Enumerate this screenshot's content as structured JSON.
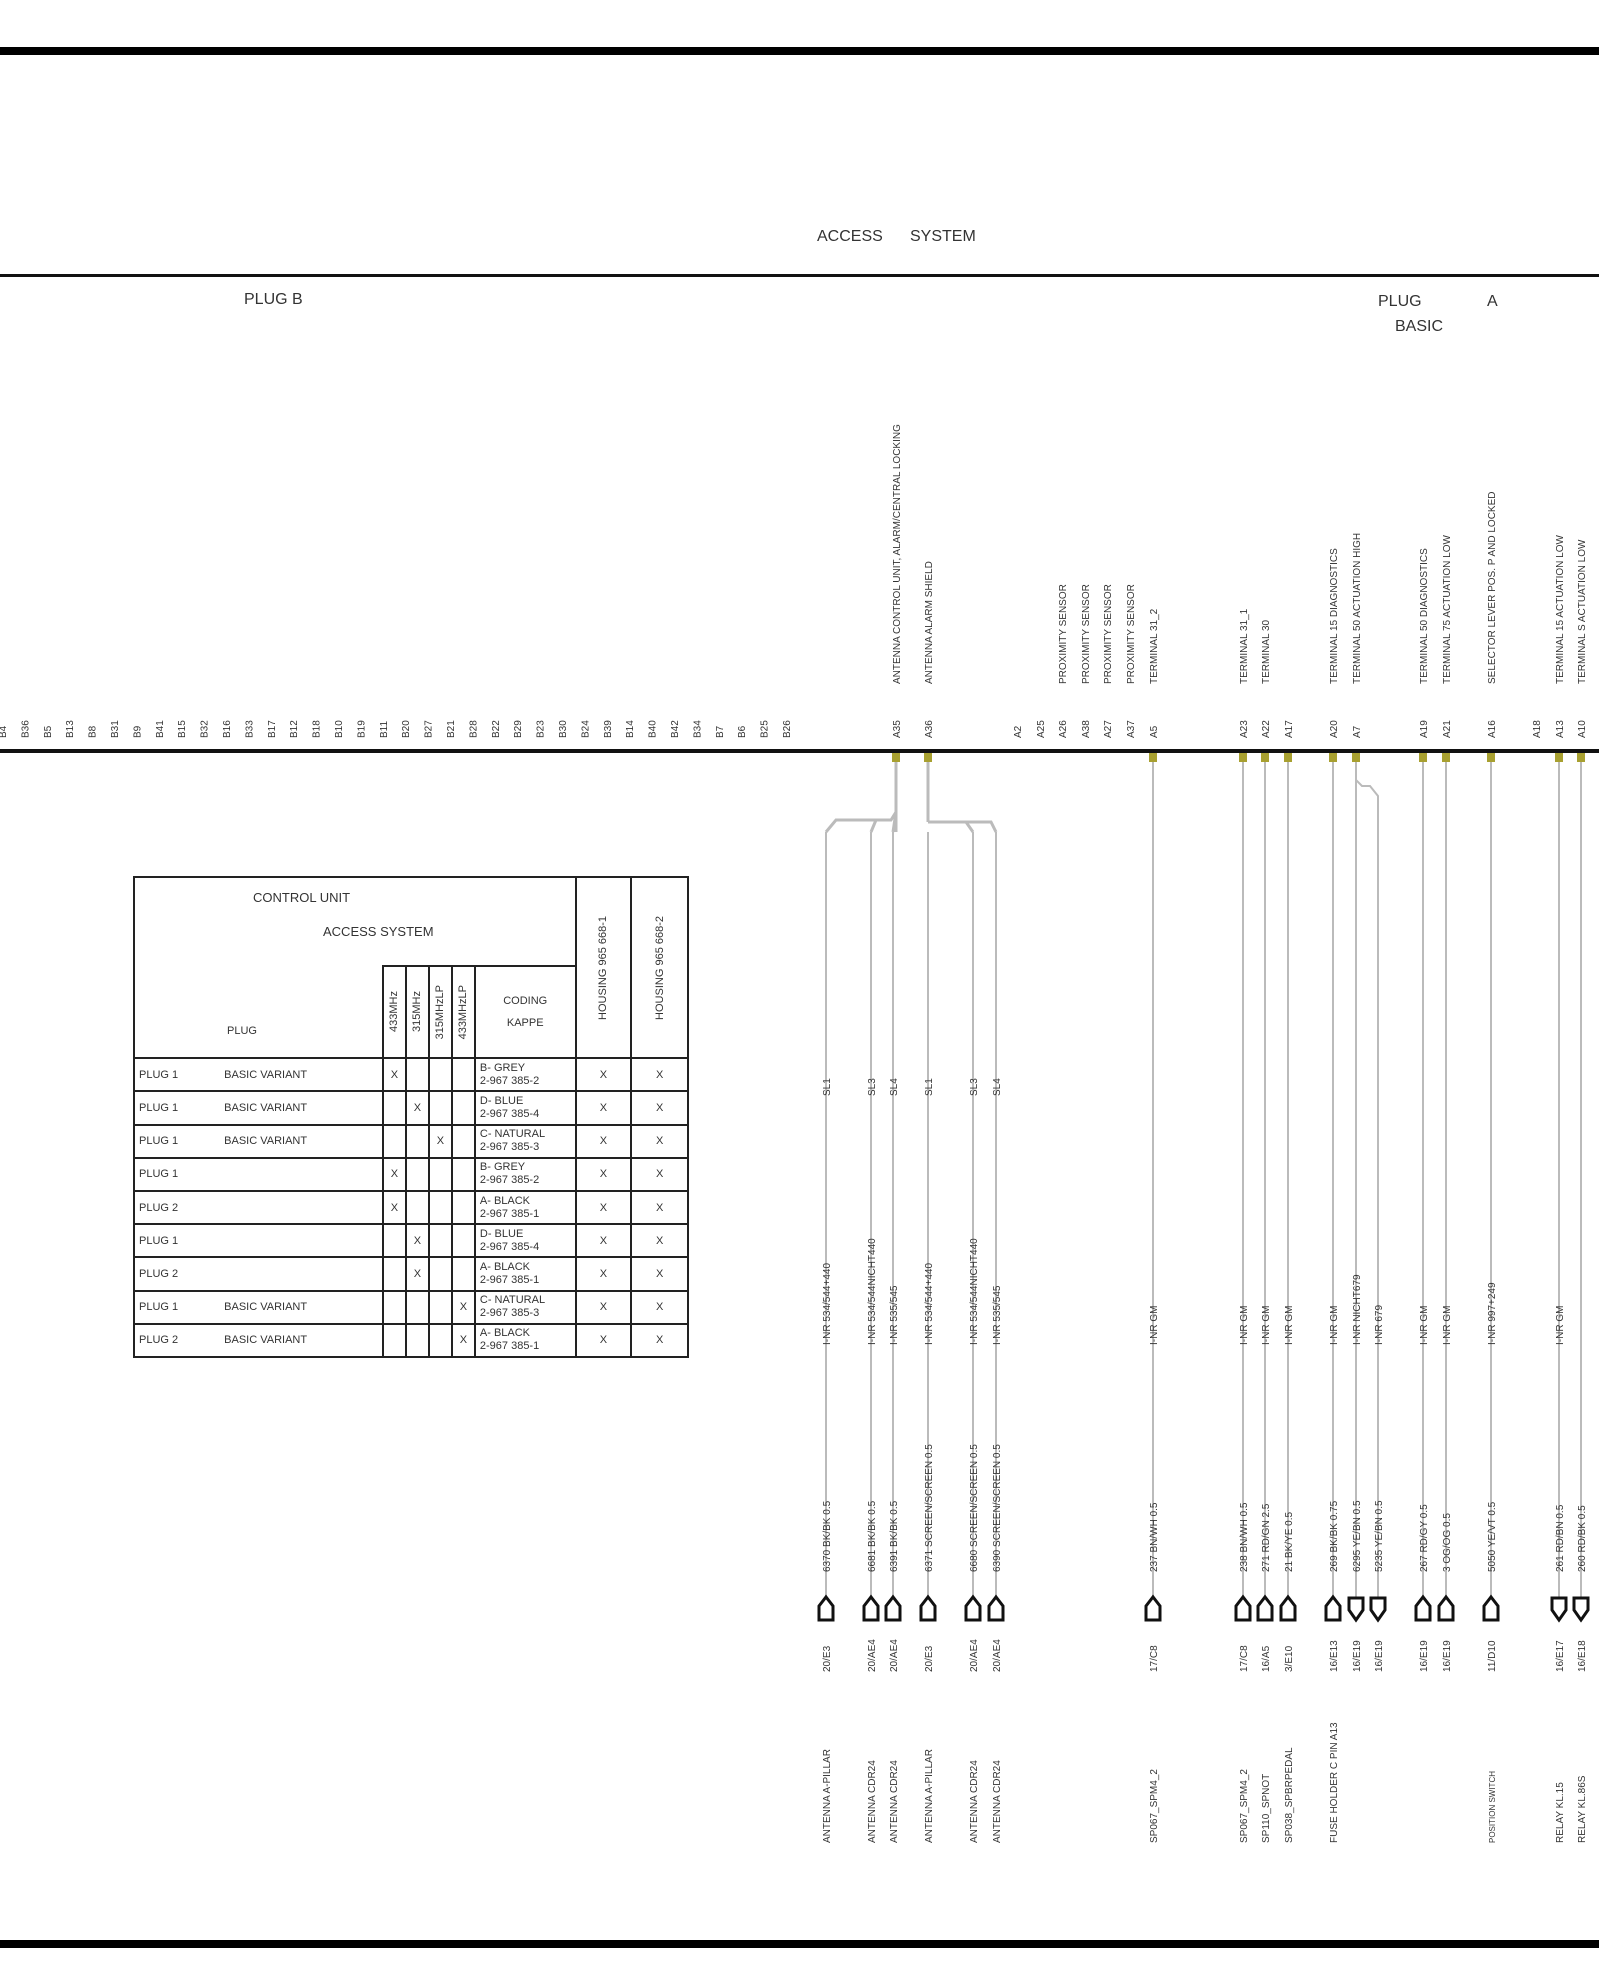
{
  "title": {
    "line1": "ACCESS",
    "line2": "SYSTEM"
  },
  "plug_b_label": "PLUG B",
  "plug_a_label": {
    "plug": "PLUG",
    "letter": "A",
    "variant": "BASIC"
  },
  "plug_b_pins": [
    "B4",
    "B36",
    "B5",
    "B13",
    "B8",
    "B31",
    "B9",
    "B41",
    "B15",
    "B32",
    "B16",
    "B33",
    "B17",
    "B12",
    "B18",
    "B10",
    "B19",
    "B11",
    "B20",
    "B27",
    "B21",
    "B28",
    "B22",
    "B29",
    "B23",
    "B30",
    "B24",
    "B39",
    "B14",
    "B40",
    "B42",
    "B34",
    "B7",
    "B6",
    "B25",
    "B26"
  ],
  "plug_a_pins": [
    {
      "pin": "A35",
      "label": "ANTENNA   CONTROL UNIT, ALARM/CENTRAL LOCKING"
    },
    {
      "pin": "A36",
      "label": "ANTENNA   ALARM   SHIELD"
    },
    {
      "pin": "A2",
      "label": ""
    },
    {
      "pin": "A25",
      "label": ""
    },
    {
      "pin": "A26",
      "label": "PROXIMITY SENSOR"
    },
    {
      "pin": "A38",
      "label": "PROXIMITY SENSOR"
    },
    {
      "pin": "A27",
      "label": "PROXIMITY SENSOR"
    },
    {
      "pin": "A37",
      "label": "PROXIMITY SENSOR"
    },
    {
      "pin": "A5",
      "label": "TERMINAL 31_2"
    },
    {
      "pin": "A23",
      "label": "TERMINAL 31_1"
    },
    {
      "pin": "A22",
      "label": "TERMINAL 30"
    },
    {
      "pin": "A17",
      "label": ""
    },
    {
      "pin": "A20",
      "label": "TERMINAL 15   DIAGNOSTICS"
    },
    {
      "pin": "A7",
      "label": "TERMINAL 50   ACTUATION HIGH"
    },
    {
      "pin": "A19",
      "label": "TERMINAL 50   DIAGNOSTICS"
    },
    {
      "pin": "A21",
      "label": "TERMINAL 75   ACTUATION   LOW"
    },
    {
      "pin": "A16",
      "label": "SELECTOR LEVER POS. P   AND   LOCKED"
    },
    {
      "pin": "A18",
      "label": ""
    },
    {
      "pin": "A13",
      "label": "TERMINAL 15   ACTUATION   LOW"
    },
    {
      "pin": "A10",
      "label": "TERMINAL S   ACTUATION   LOW"
    }
  ],
  "wires": [
    {
      "code": "SL1",
      "spec": "I-NR 534/544+440",
      "wire": "6370 BK/BK 0.5",
      "ref": "20/E3",
      "dest": "ANTENNA      A-PILLAR"
    },
    {
      "code": "SL3",
      "spec": "I-NR 534/544NICHT440",
      "wire": "6681 BK/BK 0.5",
      "ref": "20/AE4",
      "dest": "ANTENNA     CDR24"
    },
    {
      "code": "SL4",
      "spec": "I-NR 535/545",
      "wire": "6391 BK/BK 0.5",
      "ref": "20/AE4",
      "dest": "ANTENNA     CDR24"
    },
    {
      "code": "SL1",
      "spec": "I-NR 534/544+440",
      "wire": "6371 SCREEN/SCREEN 0.5",
      "ref": "20/E3",
      "dest": "ANTENNA      A-PILLAR"
    },
    {
      "code": "SL3",
      "spec": "I-NR 534/544NICHT440",
      "wire": "6680 SCREEN/SCREEN 0.5",
      "ref": "20/AE4",
      "dest": "ANTENNA     CDR24"
    },
    {
      "code": "SL4",
      "spec": "I-NR 535/545",
      "wire": "6390 SCREEN/SCREEN 0.5",
      "ref": "20/AE4",
      "dest": "ANTENNA     CDR24"
    },
    {
      "code": "",
      "spec": "I-NR GM",
      "wire": "237 BN/WH 0.5",
      "ref": "17/C8",
      "dest": "SP067_SPM4_2"
    },
    {
      "code": "",
      "spec": "I-NR GM",
      "wire": "238 BN/WH 0.5",
      "ref": "17/C8",
      "dest": "SP067_SPM4_2"
    },
    {
      "code": "",
      "spec": "I-NR GM",
      "wire": "271 RD/GN 2.5",
      "ref": "16/A5",
      "dest": "SP110_SPNOT"
    },
    {
      "code": "",
      "spec": "I-NR GM",
      "wire": "21 BK/YE 0.5",
      "ref": "3/E10",
      "dest": "SP038_SPBRPEDAL"
    },
    {
      "code": "",
      "spec": "I-NR GM",
      "wire": "269 BK/BK 0.75",
      "ref": "16/E13",
      "dest": "FUSE HOLDER C      PIN A13"
    },
    {
      "code": "",
      "spec": "I-NR NICHT679",
      "wire": "6295 YE/BN 0.5",
      "ref": "16/E19",
      "dest": ""
    },
    {
      "code": "",
      "spec": "I-NR 679",
      "wire": "5235 YE/BN 0.5",
      "ref": "16/E19",
      "dest": ""
    },
    {
      "code": "",
      "spec": "I-NR GM",
      "wire": "267 RD/GY 0.5",
      "ref": "16/E19",
      "dest": ""
    },
    {
      "code": "",
      "spec": "I-NR GM",
      "wire": "3 OG/OG 0.5",
      "ref": "16/E19",
      "dest": ""
    },
    {
      "code": "",
      "spec": "I-NR 997+249",
      "wire": "5050 YE/VT 0.5",
      "ref": "11/D10",
      "dest": "POSITION SWITCH"
    },
    {
      "code": "",
      "spec": "I-NR GM",
      "wire": "261 RD/BN 0.5",
      "ref": "16/E17",
      "dest": "RELAY KL.15"
    },
    {
      "code": "",
      "spec": "",
      "wire": "260 RD/BK 0.5",
      "ref": "16/E18",
      "dest": "RELAY KL.86S"
    }
  ],
  "coding_table": {
    "title_line1": "CONTROL UNIT",
    "title_line2": "ACCESS     SYSTEM",
    "col_plug": "PLUG",
    "col_freqs": [
      "433MHz",
      "315MHz",
      "315MHzLP",
      "433MHzLP"
    ],
    "col_coding": [
      "CODING",
      "KAPPE"
    ],
    "col_housing1": "HOUSING     965 668-1",
    "col_housing2": "HOUSING     965 668-2",
    "rows": [
      {
        "plug": "PLUG 1",
        "variant": "BASIC    VARIANT",
        "marks": [
          "X",
          "",
          "",
          ""
        ],
        "coding1": "B-  GREY",
        "coding2": "2-967 385-2",
        "h1": "X",
        "h2": "X"
      },
      {
        "plug": "PLUG 1",
        "variant": "BASIC    VARIANT",
        "marks": [
          "",
          "X",
          "",
          ""
        ],
        "coding1": "D-  BLUE",
        "coding2": "2-967 385-4",
        "h1": "X",
        "h2": "X"
      },
      {
        "plug": "PLUG 1",
        "variant": "BASIC    VARIANT",
        "marks": [
          "",
          "",
          "X",
          ""
        ],
        "coding1": "C-  NATURAL",
        "coding2": "2-967 385-3",
        "h1": "X",
        "h2": "X"
      },
      {
        "plug": "PLUG 1",
        "variant": "",
        "marks": [
          "X",
          "",
          "",
          ""
        ],
        "coding1": "B-  GREY",
        "coding2": "2-967 385-2",
        "h1": "X",
        "h2": "X"
      },
      {
        "plug": "PLUG 2",
        "variant": "",
        "marks": [
          "X",
          "",
          "",
          ""
        ],
        "coding1": "A-  BLACK",
        "coding2": "2-967 385-1",
        "h1": "X",
        "h2": "X"
      },
      {
        "plug": "PLUG 1",
        "variant": "",
        "marks": [
          "",
          "X",
          "",
          ""
        ],
        "coding1": "D-  BLUE",
        "coding2": "2-967 385-4",
        "h1": "X",
        "h2": "X"
      },
      {
        "plug": "PLUG 2",
        "variant": "",
        "marks": [
          "",
          "X",
          "",
          ""
        ],
        "coding1": "A-  BLACK",
        "coding2": "2-967 385-1",
        "h1": "X",
        "h2": "X"
      },
      {
        "plug": "PLUG 1",
        "variant": "BASIC    VARIANT",
        "marks": [
          "",
          "",
          "",
          "X"
        ],
        "coding1": "C-  NATURAL",
        "coding2": "2-967 385-3",
        "h1": "X",
        "h2": "X"
      },
      {
        "plug": "PLUG 2",
        "variant": "BASIC    VARIANT",
        "marks": [
          "",
          "",
          "",
          "X"
        ],
        "coding1": "A-  BLACK",
        "coding2": "2-967 385-1",
        "h1": "X",
        "h2": "X"
      }
    ]
  },
  "colors": {
    "line": "#111111",
    "wire": "#bbbbbb",
    "pin": "#a8a030",
    "text": "#333333"
  }
}
